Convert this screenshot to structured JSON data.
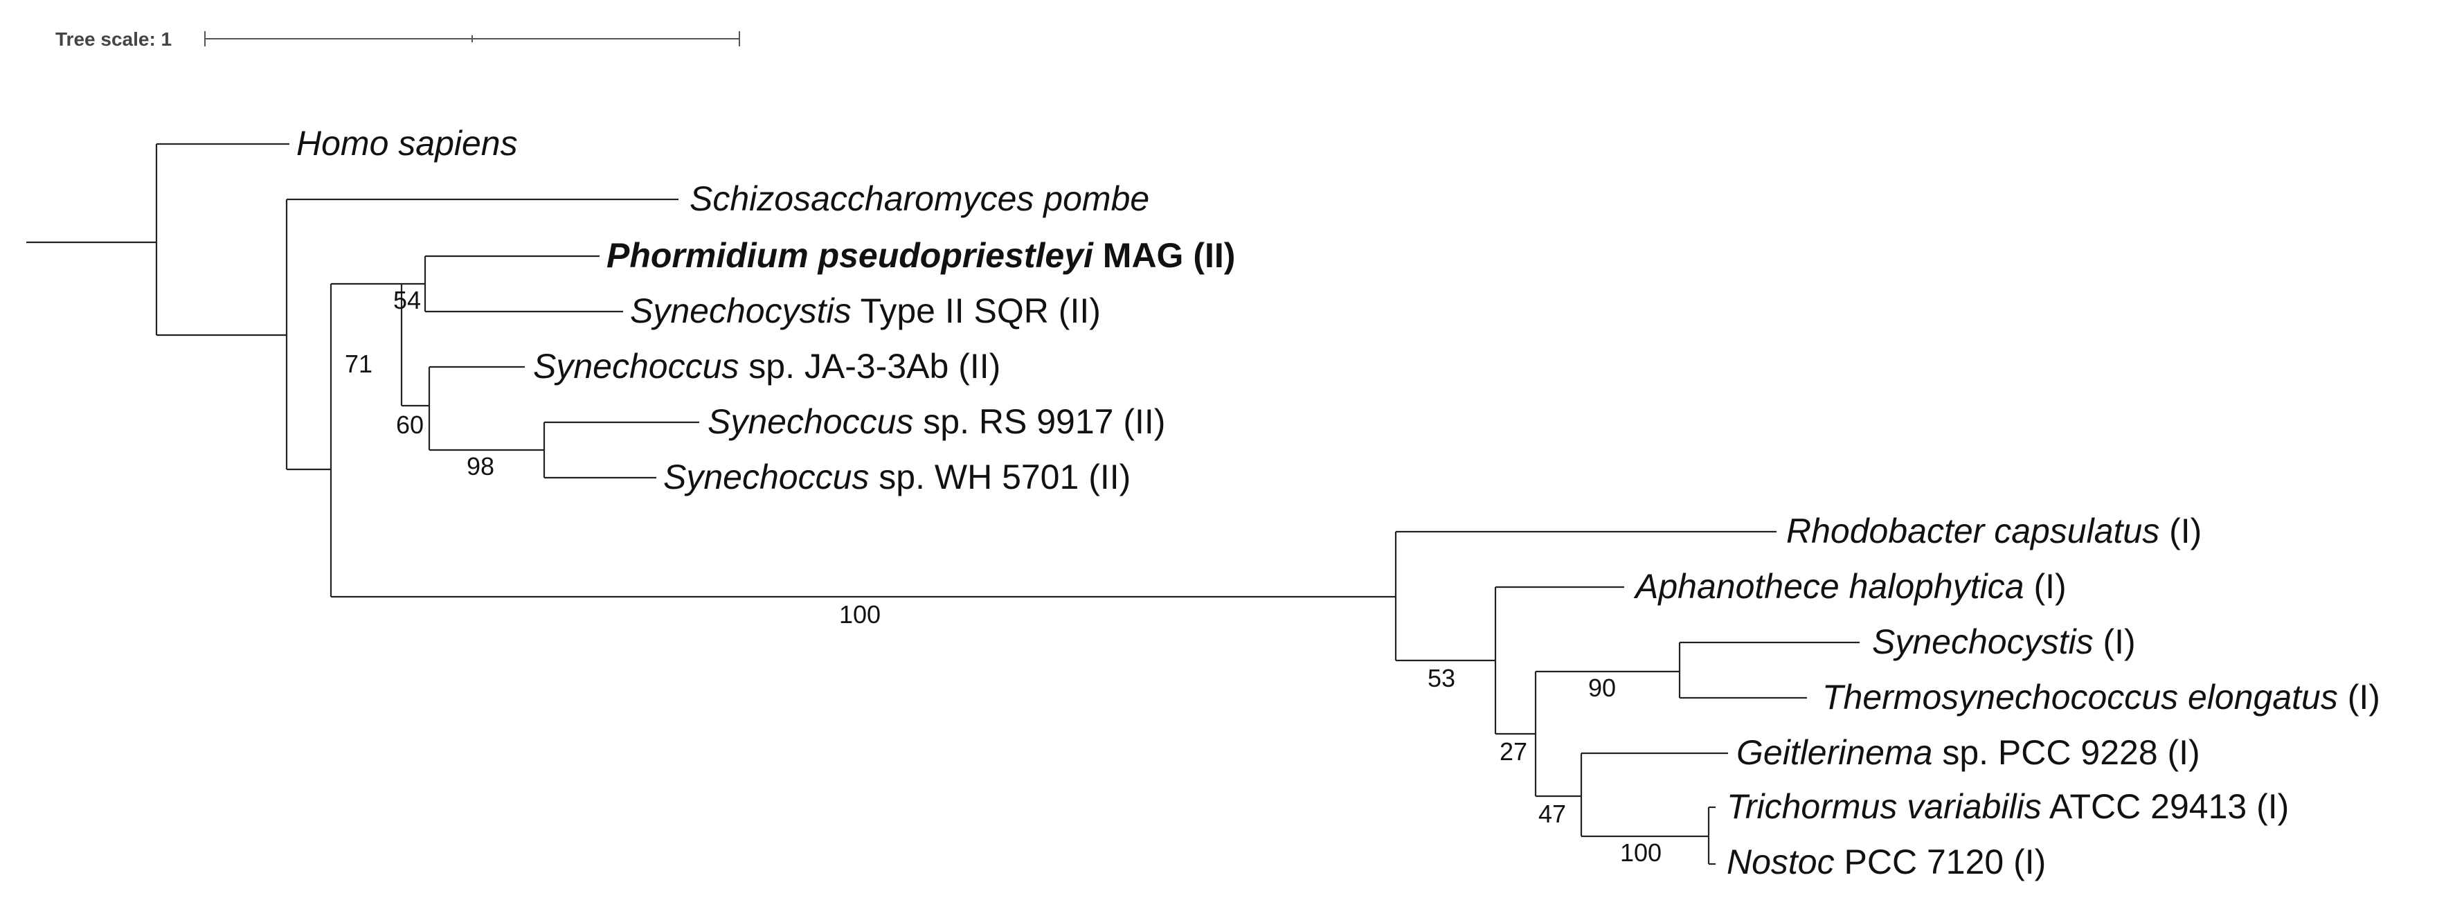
{
  "tree_scale": {
    "label": "Tree scale: 1"
  },
  "leaves": [
    {
      "id": "homo",
      "parts": [
        {
          "text": "Homo sapiens",
          "italic": true
        }
      ]
    },
    {
      "id": "schizo",
      "parts": [
        {
          "text": "Schizosaccharomyces pombe",
          "italic": true
        }
      ]
    },
    {
      "id": "phorm",
      "parts": [
        {
          "text": "Phormidium pseudopriestleyi",
          "italic": true,
          "bold": true
        },
        {
          "text": " MAG (II)",
          "bold": true
        }
      ]
    },
    {
      "id": "synII",
      "parts": [
        {
          "text": "Synechocystis",
          "italic": true
        },
        {
          "text": " Type II SQR (II)"
        }
      ]
    },
    {
      "id": "ja3",
      "parts": [
        {
          "text": "Synechoccus",
          "italic": true
        },
        {
          "text": " sp. JA-3-3Ab (II)"
        }
      ]
    },
    {
      "id": "rs9917",
      "parts": [
        {
          "text": "Synechoccus",
          "italic": true
        },
        {
          "text": " sp. RS 9917 (II)"
        }
      ]
    },
    {
      "id": "wh5701",
      "parts": [
        {
          "text": "Synechoccus",
          "italic": true
        },
        {
          "text": " sp. WH 5701 (II)"
        }
      ]
    },
    {
      "id": "rhodo",
      "parts": [
        {
          "text": "Rhodobacter capsulatus",
          "italic": true
        },
        {
          "text": " (I)"
        }
      ]
    },
    {
      "id": "aphan",
      "parts": [
        {
          "text": "Aphanothece halophytica",
          "italic": true
        },
        {
          "text": " (I)"
        }
      ]
    },
    {
      "id": "synI",
      "parts": [
        {
          "text": "Synechocystis",
          "italic": true
        },
        {
          "text": " (I)"
        }
      ]
    },
    {
      "id": "thermo",
      "parts": [
        {
          "text": "Thermosynechococcus elongatus",
          "italic": true
        },
        {
          "text": " (I)"
        }
      ]
    },
    {
      "id": "geit",
      "parts": [
        {
          "text": "Geitlerinema",
          "italic": true
        },
        {
          "text": " sp. PCC 9228 (I)"
        }
      ]
    },
    {
      "id": "trich",
      "parts": [
        {
          "text": "Trichormus variabilis",
          "italic": true
        },
        {
          "text": " ATCC 29413 (I)"
        }
      ]
    },
    {
      "id": "nostoc",
      "parts": [
        {
          "text": "Nostoc",
          "italic": true
        },
        {
          "text": " PCC 7120 (I)"
        }
      ]
    }
  ],
  "support_values": [
    {
      "node": "phorm_syn",
      "value": "54"
    },
    {
      "node": "typeII_clade",
      "value": "71"
    },
    {
      "node": "synechoccus_clade",
      "value": "60"
    },
    {
      "node": "rs_wh",
      "value": "98"
    },
    {
      "node": "typeI_stem",
      "value": "100"
    },
    {
      "node": "typeI_clade",
      "value": "53"
    },
    {
      "node": "cyano_I",
      "value": "27"
    },
    {
      "node": "synI_thermo",
      "value": "90"
    },
    {
      "node": "geit_clade",
      "value": "47"
    },
    {
      "node": "trich_nostoc",
      "value": "100"
    }
  ]
}
